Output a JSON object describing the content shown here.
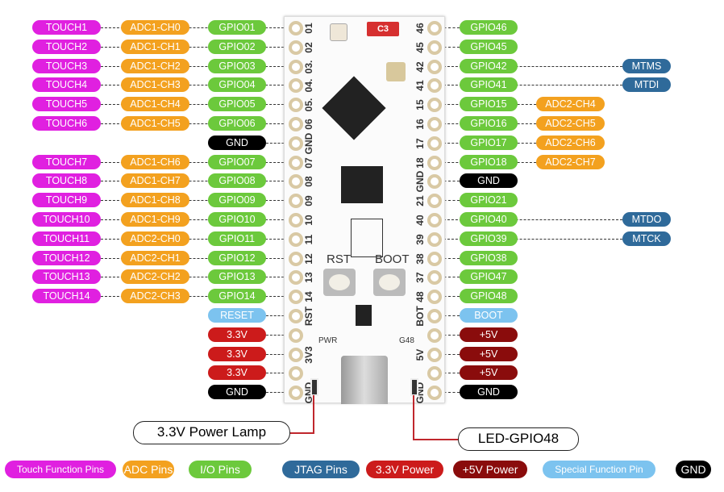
{
  "colors": {
    "touch": "#e020e0",
    "adc": "#f3a11f",
    "gpio": "#6cc93c",
    "jtag": "#2f6a9a",
    "v33": "#cc1b1b",
    "v5": "#8a0c0c",
    "special": "#7cc3ef",
    "gnd": "#000000"
  },
  "left_pins": [
    {
      "touch": "TOUCH1",
      "adc": "ADC1-CH0",
      "main": "GPIO01",
      "type": "gpio",
      "silk": "01"
    },
    {
      "touch": "TOUCH2",
      "adc": "ADC1-CH1",
      "main": "GPIO02",
      "type": "gpio",
      "silk": "02"
    },
    {
      "touch": "TOUCH3",
      "adc": "ADC1-CH2",
      "main": "GPIO03",
      "type": "gpio",
      "silk": "03."
    },
    {
      "touch": "TOUCH4",
      "adc": "ADC1-CH3",
      "main": "GPIO04",
      "type": "gpio",
      "silk": "04."
    },
    {
      "touch": "TOUCH5",
      "adc": "ADC1-CH4",
      "main": "GPIO05",
      "type": "gpio",
      "silk": "05."
    },
    {
      "touch": "TOUCH6",
      "adc": "ADC1-CH5",
      "main": "GPIO06",
      "type": "gpio",
      "silk": "06"
    },
    {
      "main": "GND",
      "type": "gnd",
      "silk": "GND"
    },
    {
      "touch": "TOUCH7",
      "adc": "ADC1-CH6",
      "main": "GPIO07",
      "type": "gpio",
      "silk": "07"
    },
    {
      "touch": "TOUCH8",
      "adc": "ADC1-CH7",
      "main": "GPIO08",
      "type": "gpio",
      "silk": "08"
    },
    {
      "touch": "TOUCH9",
      "adc": "ADC1-CH8",
      "main": "GPIO09",
      "type": "gpio",
      "silk": "09"
    },
    {
      "touch": "TOUCH10",
      "adc": "ADC1-CH9",
      "main": "GPIO10",
      "type": "gpio",
      "silk": "10"
    },
    {
      "touch": "TOUCH11",
      "adc": "ADC2-CH0",
      "main": "GPIO11",
      "type": "gpio",
      "silk": "11"
    },
    {
      "touch": "TOUCH12",
      "adc": "ADC2-CH1",
      "main": "GPIO12",
      "type": "gpio",
      "silk": "12"
    },
    {
      "touch": "TOUCH13",
      "adc": "ADC2-CH2",
      "main": "GPIO13",
      "type": "gpio",
      "silk": "13"
    },
    {
      "touch": "TOUCH14",
      "adc": "ADC2-CH3",
      "main": "GPIO14",
      "type": "gpio",
      "silk": "14"
    },
    {
      "main": "RESET",
      "type": "special",
      "silk": "RST"
    },
    {
      "main": "3.3V",
      "type": "v33",
      "silk": ""
    },
    {
      "main": "3.3V",
      "type": "v33",
      "silk": "3V3"
    },
    {
      "main": "3.3V",
      "type": "v33",
      "silk": ""
    },
    {
      "main": "GND",
      "type": "gnd",
      "silk": "GND"
    }
  ],
  "right_pins": [
    {
      "main": "GPIO46",
      "type": "gpio",
      "silk": "46"
    },
    {
      "main": "GPIO45",
      "type": "gpio",
      "silk": "45"
    },
    {
      "main": "GPIO42",
      "type": "gpio",
      "silk": "42",
      "jtag": "MTMS"
    },
    {
      "main": "GPIO41",
      "type": "gpio",
      "silk": "41",
      "jtag": "MTDI"
    },
    {
      "main": "GPIO15",
      "type": "gpio",
      "silk": "15",
      "adc": "ADC2-CH4"
    },
    {
      "main": "GPIO16",
      "type": "gpio",
      "silk": "16",
      "adc": "ADC2-CH5"
    },
    {
      "main": "GPIO17",
      "type": "gpio",
      "silk": "17",
      "adc": "ADC2-CH6"
    },
    {
      "main": "GPIO18",
      "type": "gpio",
      "silk": "18",
      "adc": "ADC2-CH7"
    },
    {
      "main": "GND",
      "type": "gnd",
      "silk": "GND"
    },
    {
      "main": "GPIO21",
      "type": "gpio",
      "silk": "21"
    },
    {
      "main": "GPIO40",
      "type": "gpio",
      "silk": "40",
      "jtag": "MTDO"
    },
    {
      "main": "GPIO39",
      "type": "gpio",
      "silk": "39",
      "jtag": "MTCK"
    },
    {
      "main": "GPIO38",
      "type": "gpio",
      "silk": "38"
    },
    {
      "main": "GPIO47",
      "type": "gpio",
      "silk": "37"
    },
    {
      "main": "GPIO48",
      "type": "gpio",
      "silk": "48"
    },
    {
      "main": "BOOT",
      "type": "special",
      "silk": "BOT"
    },
    {
      "main": "+5V",
      "type": "v5",
      "silk": ""
    },
    {
      "main": "+5V",
      "type": "v5",
      "silk": "5V"
    },
    {
      "main": "+5V",
      "type": "v5",
      "silk": ""
    },
    {
      "main": "GND",
      "type": "gnd",
      "silk": "GND"
    }
  ],
  "board": {
    "antenna_cap": "C3",
    "rst_label": "RST",
    "boot_label": "BOOT",
    "pwr_label": "PWR",
    "g48_label": "G48"
  },
  "callouts": {
    "power_lamp": "3.3V Power Lamp",
    "led": "LED-GPIO48"
  },
  "legend": [
    {
      "label": "Touch Function Pins",
      "type": "touch"
    },
    {
      "label": "ADC Pins",
      "type": "adc"
    },
    {
      "label": "I/O Pins",
      "type": "gpio"
    },
    {
      "label": "JTAG Pins",
      "type": "jtag"
    },
    {
      "label": "3.3V Power",
      "type": "v33"
    },
    {
      "label": "+5V Power",
      "type": "v5"
    },
    {
      "label": "Special Function Pin",
      "type": "special"
    },
    {
      "label": "GND",
      "type": "gnd"
    }
  ]
}
